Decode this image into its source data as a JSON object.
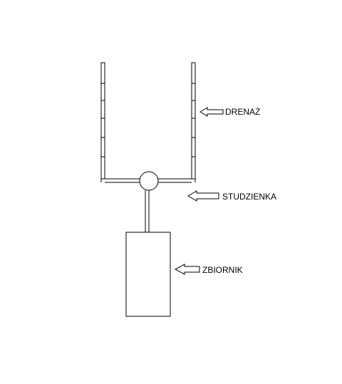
{
  "labels": {
    "drenaz": "DRENAŻ",
    "studzienka": "STUDZIENKA",
    "zbiornik": "ZBIORNIK"
  },
  "colors": {
    "line": "#000000",
    "background": "#ffffff"
  }
}
